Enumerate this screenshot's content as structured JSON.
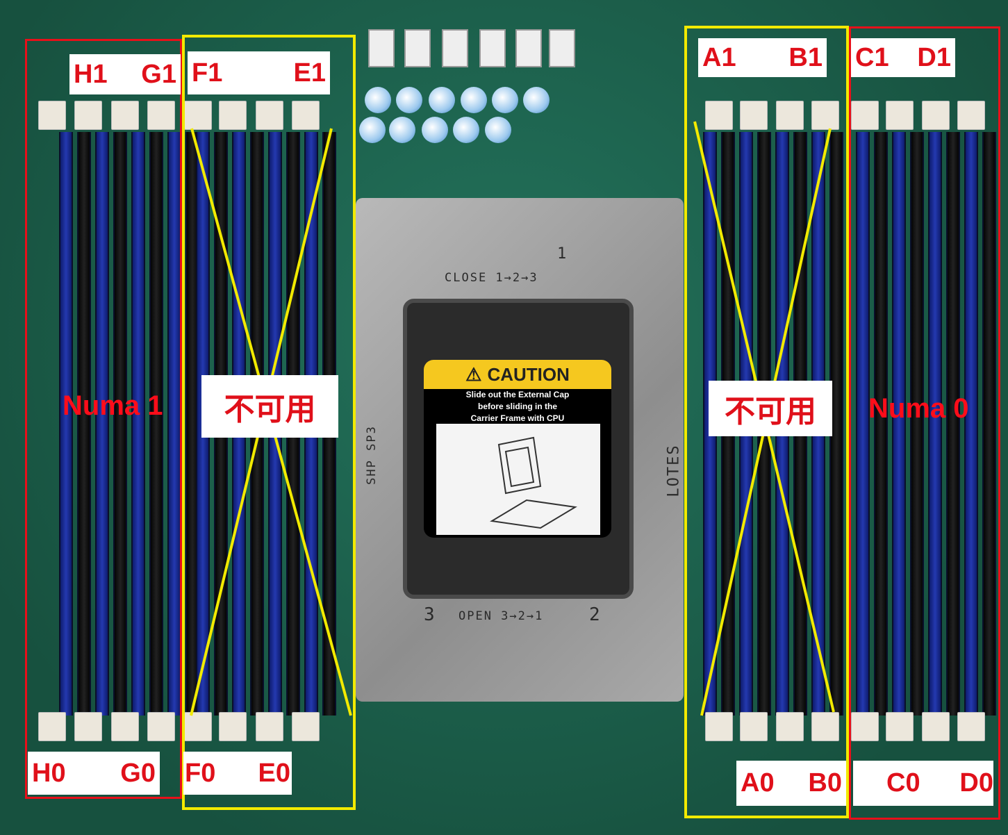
{
  "labels": {
    "top_left_1": [
      "H1",
      "G1"
    ],
    "top_left_2": [
      "F1",
      "E1"
    ],
    "bottom_left_1": [
      "H0",
      "G0"
    ],
    "bottom_left_2": [
      "F0",
      "E0"
    ],
    "top_right_1": [
      "A1",
      "B1"
    ],
    "top_right_2": [
      "C1",
      "D1"
    ],
    "bottom_right_1": [
      "A0",
      "B0"
    ],
    "bottom_right_2": [
      "C0",
      "D0"
    ]
  },
  "numa_left": "Numa 1",
  "numa_right": "Numa 0",
  "unavailable": "不可用",
  "socket": {
    "close_text": "CLOSE 1→2→3",
    "open_text": "OPEN 3→2→1",
    "num_3": "3",
    "num_2": "2",
    "num_1": "1",
    "side_left": "SHP SP3",
    "side_right": "LOTES",
    "caution_title": "CAUTION",
    "caution_lines": [
      "Slide out the External Cap",
      "before sliding in the",
      "Carrier Frame with CPU"
    ]
  },
  "colors": {
    "annotation_red": "#e8101a",
    "annotation_yellow": "#f2ea00",
    "pcb_green": "#1f6b55",
    "dimm_blue": "#2439b0"
  }
}
